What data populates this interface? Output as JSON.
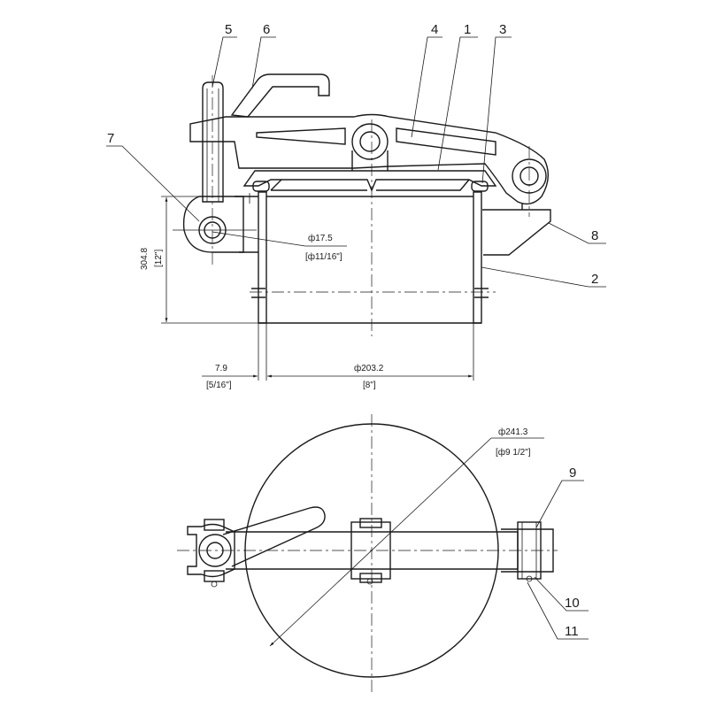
{
  "part_labels": [
    "1",
    "2",
    "3",
    "4",
    "5",
    "6",
    "7",
    "8",
    "9",
    "10",
    "11"
  ],
  "dimensions": {
    "pin_dia": "ф17.5",
    "pin_dia_in": "[ф11/16\"]",
    "height": "304.8",
    "height_in": "[12\"]",
    "wall": "7.9",
    "wall_in": "[5/16\"]",
    "bore": "ф203.2",
    "bore_in": "[8\"]",
    "outer": "ф241.3",
    "outer_in": "[ф9 1/2\"]"
  }
}
